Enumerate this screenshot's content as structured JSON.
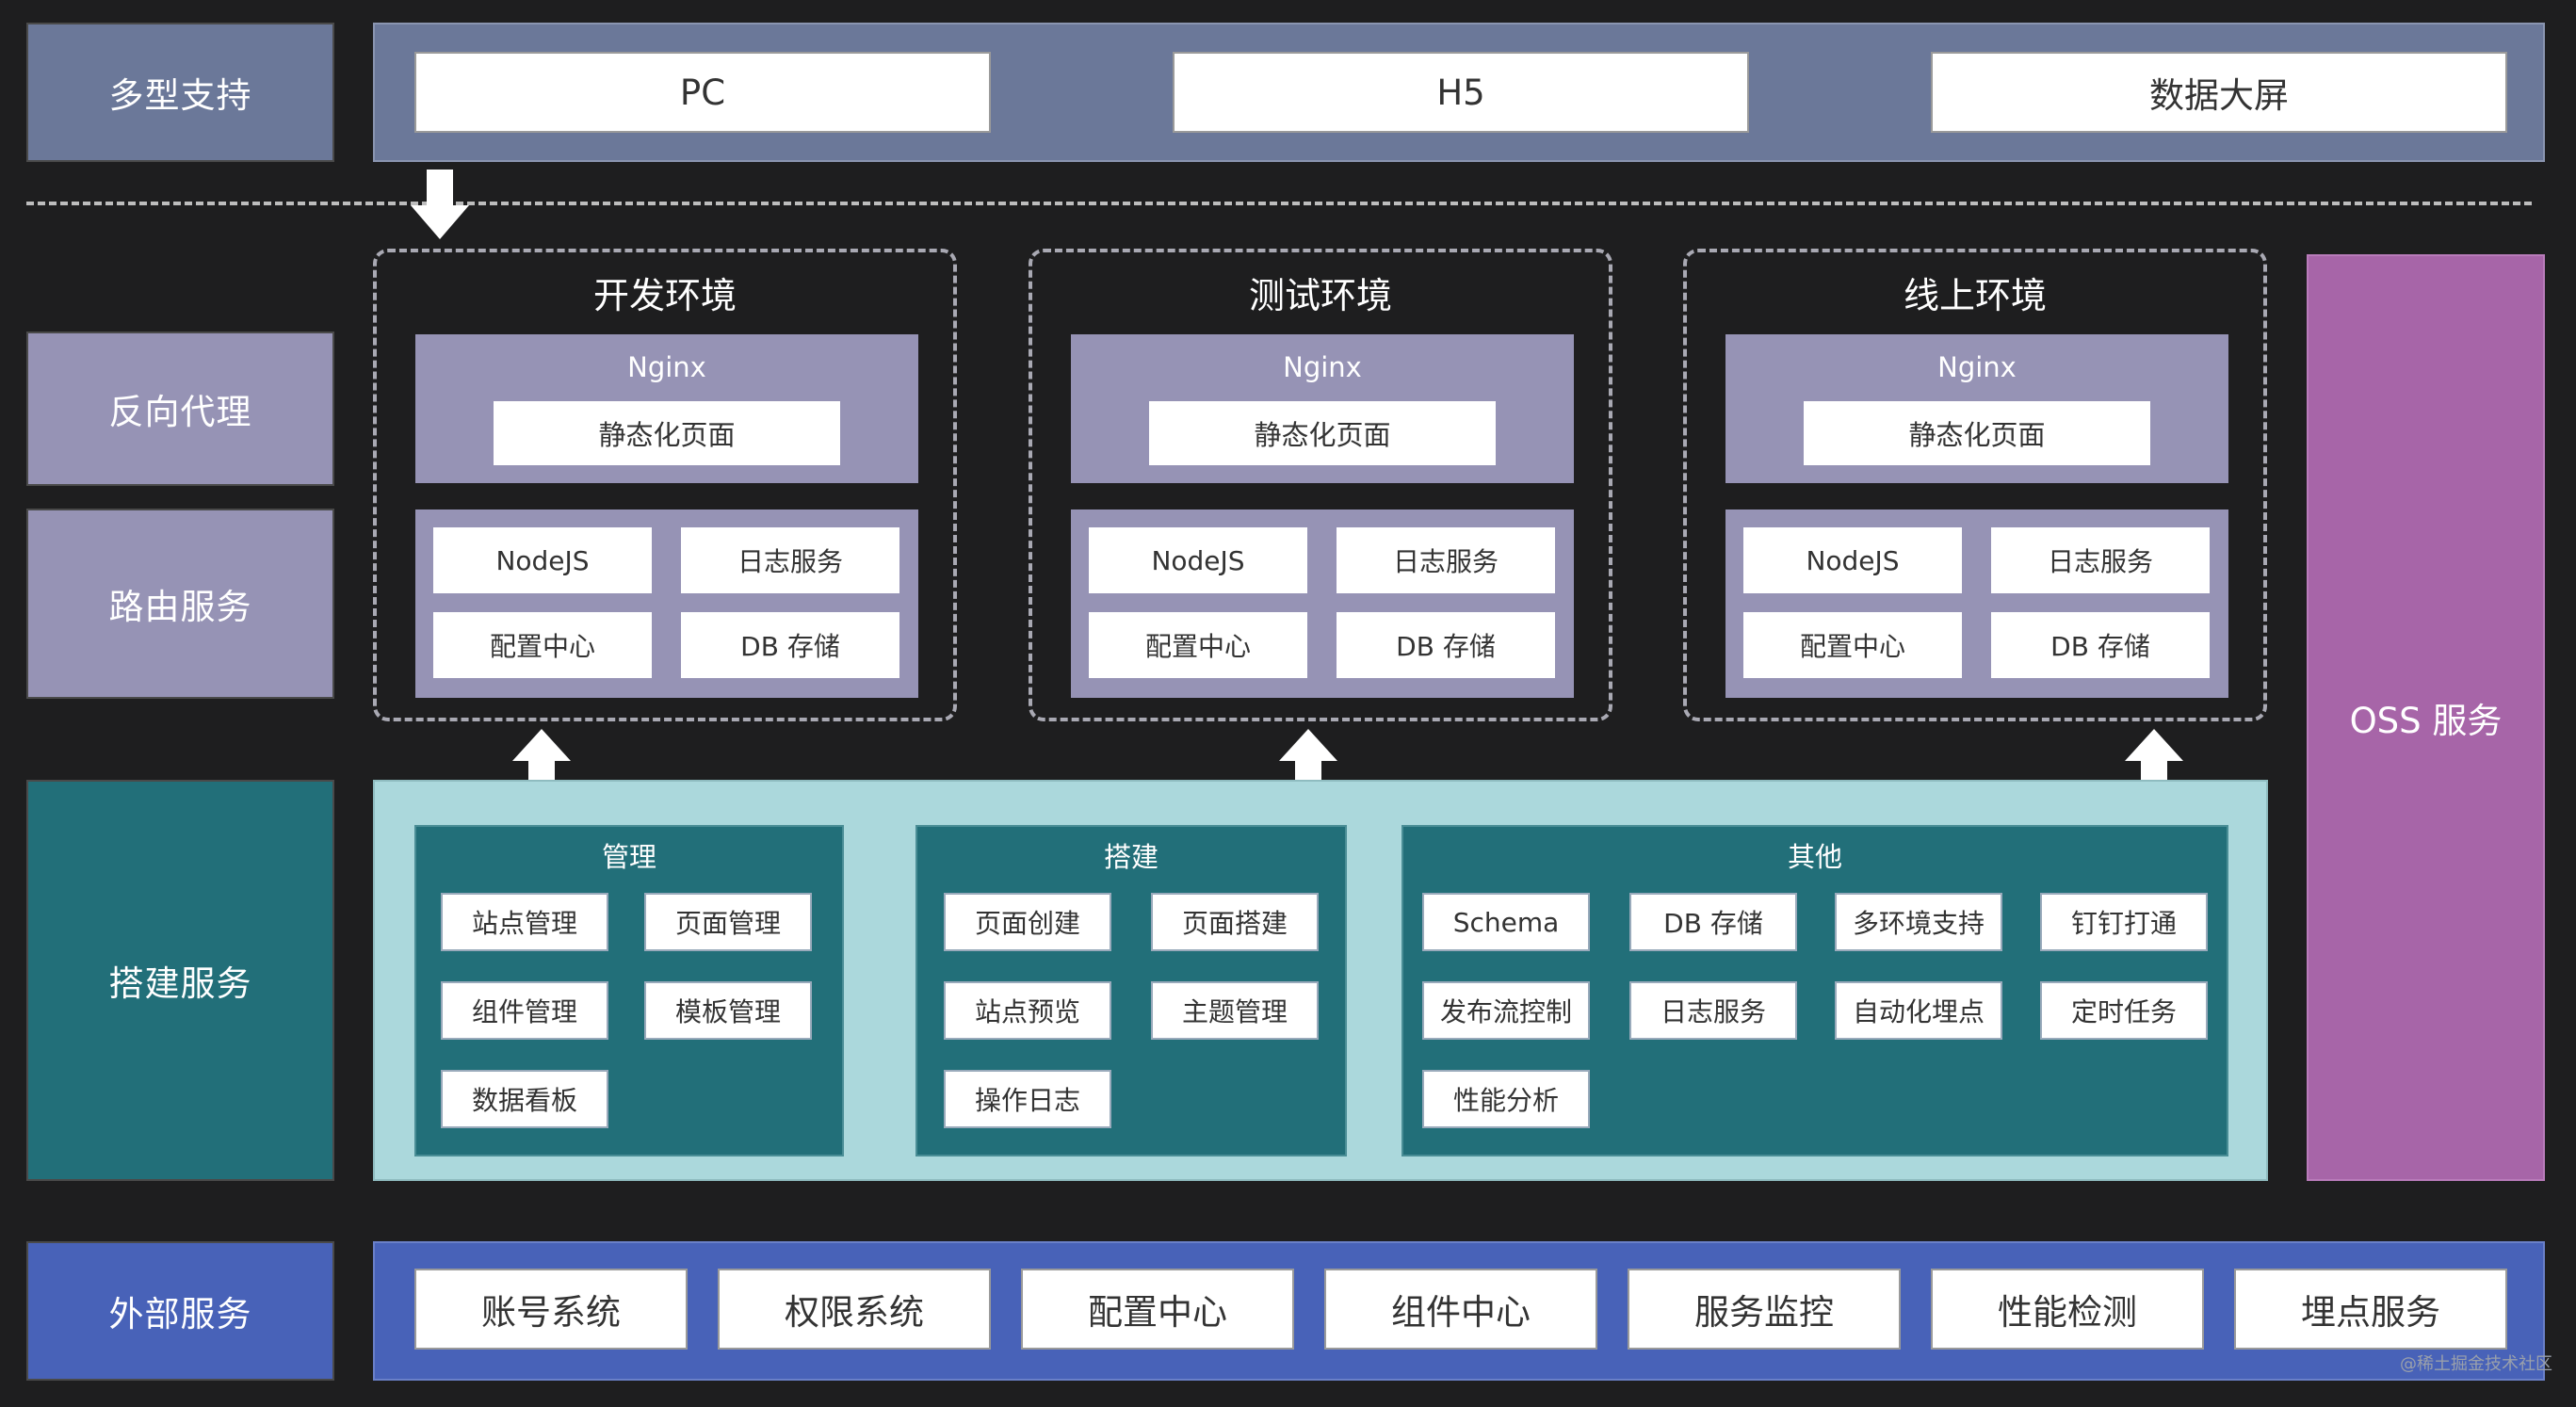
{
  "layers": {
    "multi": "多型支持",
    "proxy": "反向代理",
    "route": "路由服务",
    "build": "搭建服务",
    "external": "外部服务"
  },
  "clients": [
    "PC",
    "H5",
    "数据大屏"
  ],
  "environments": [
    {
      "title": "开发环境",
      "nginx": "Nginx",
      "static_page": "静态化页面",
      "services": [
        "NodeJS",
        "日志服务",
        "配置中心",
        "DB 存储"
      ]
    },
    {
      "title": "测试环境",
      "nginx": "Nginx",
      "static_page": "静态化页面",
      "services": [
        "NodeJS",
        "日志服务",
        "配置中心",
        "DB 存储"
      ]
    },
    {
      "title": "线上环境",
      "nginx": "Nginx",
      "static_page": "静态化页面",
      "services": [
        "NodeJS",
        "日志服务",
        "配置中心",
        "DB 存储"
      ]
    }
  ],
  "oss": "OSS 服务",
  "build_groups": [
    {
      "title": "管理",
      "items": [
        "站点管理",
        "页面管理",
        "组件管理",
        "模板管理",
        "数据看板"
      ]
    },
    {
      "title": "搭建",
      "items": [
        "页面创建",
        "页面搭建",
        "站点预览",
        "主题管理",
        "操作日志"
      ]
    },
    {
      "title": "其他",
      "items": [
        "Schema",
        "DB 存储",
        "多环境支持",
        "钉钉打通",
        "发布流控制",
        "日志服务",
        "自动化埋点",
        "定时任务",
        "性能分析"
      ]
    }
  ],
  "external_services": [
    "账号系统",
    "权限系统",
    "配置中心",
    "组件中心",
    "服务监控",
    "性能检测",
    "埋点服务"
  ],
  "watermark": "@稀土掘金技术社区",
  "colors": {
    "background": "#1e1e1f",
    "multi_label": "#6b7899",
    "proxy_route_label": "#9693b5",
    "build_label": "#226f79",
    "build_bg": "#abd8dc",
    "oss": "#a765a8",
    "external": "#4862b8"
  }
}
